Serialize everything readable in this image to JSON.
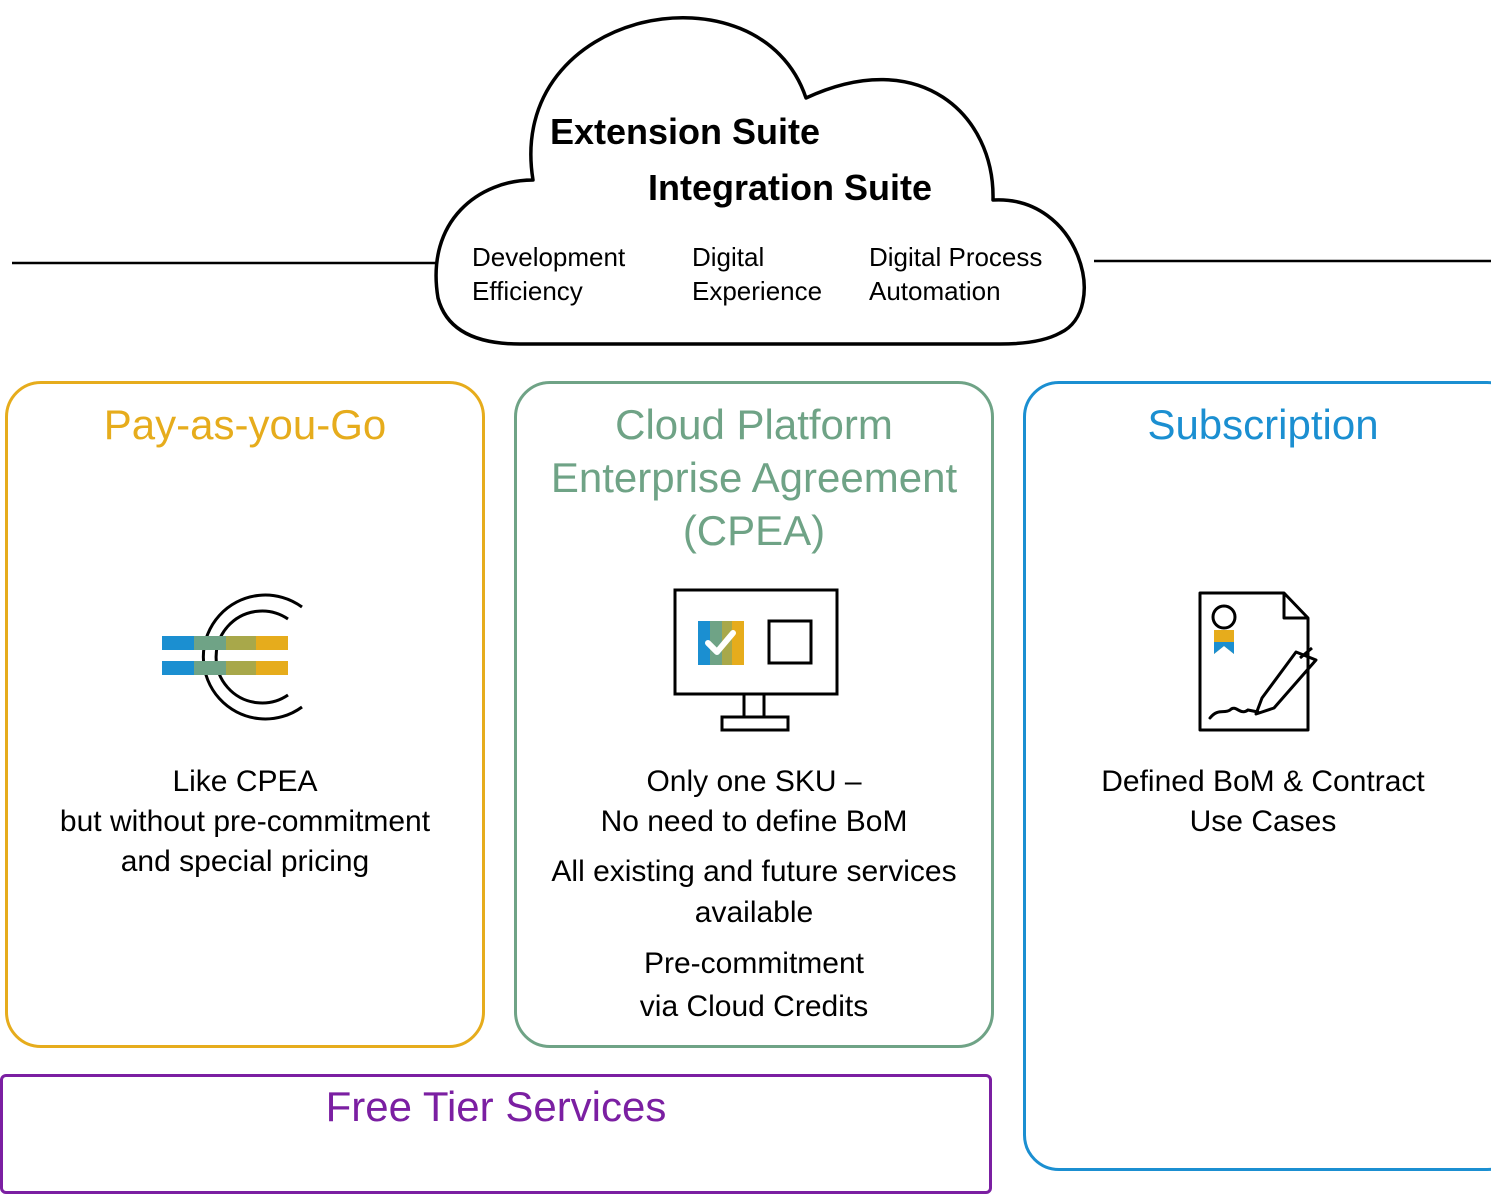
{
  "colors": {
    "payg": "#E6AC1C",
    "cpea": "#6FA386",
    "subscription": "#1B8FD1",
    "free_tier": "#7B1FA2",
    "stroke": "#000000",
    "icon_blue": "#1B8FD1",
    "icon_green": "#6FA386",
    "icon_olive": "#A8A84A",
    "icon_gold": "#E6AC1C"
  },
  "cloud": {
    "title_1": "Extension Suite",
    "title_2": "Integration Suite",
    "items": [
      {
        "line_1": "Development",
        "line_2": "Efficiency"
      },
      {
        "line_1": "Digital",
        "line_2": "Experience"
      },
      {
        "line_1": "Digital Process",
        "line_2": "Automation"
      }
    ]
  },
  "payg": {
    "title": "Pay-as-you-Go",
    "icon": "euro-icon",
    "lines": [
      "Like CPEA",
      "but without pre-commitment",
      "and special pricing"
    ]
  },
  "cpea": {
    "title_lines": [
      "Cloud Platform",
      "Enterprise Agreement",
      "(CPEA)"
    ],
    "icon": "monitor-checkbox-icon",
    "lines_1": [
      "Only one SKU –",
      "No need to define BoM"
    ],
    "lines_2": [
      "All existing and future services",
      "available"
    ],
    "lines_3": [
      "Pre-commitment",
      "via Cloud Credits"
    ]
  },
  "subscription": {
    "title": "Subscription",
    "icon": "signed-contract-icon",
    "lines": [
      "Defined BoM & Contract",
      "Use Cases"
    ]
  },
  "free_tier": {
    "title": "Free Tier Services"
  }
}
